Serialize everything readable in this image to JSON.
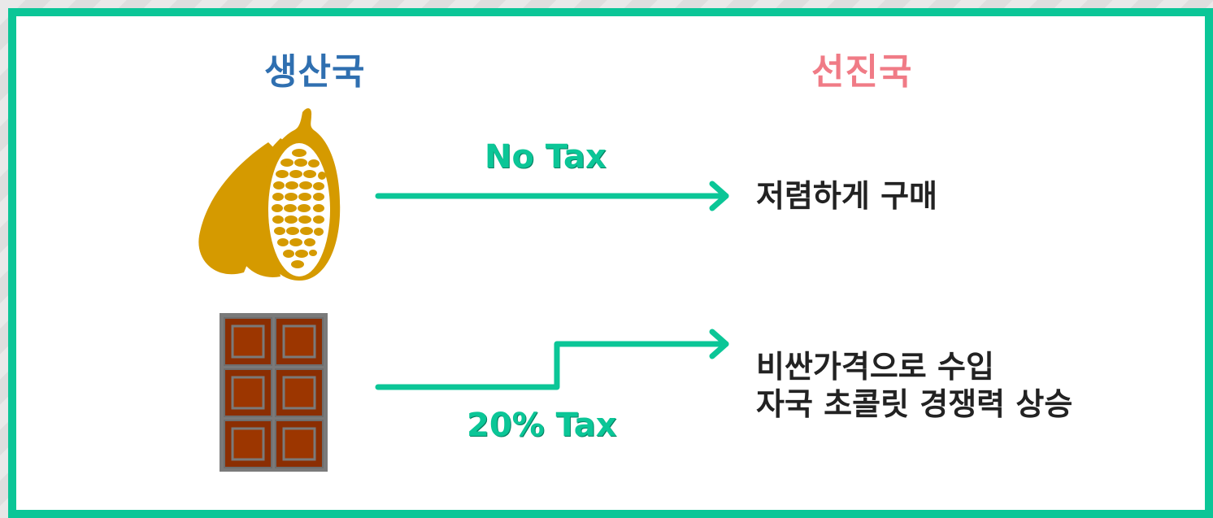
{
  "headers": {
    "producer": "생산국",
    "developed": "선진국"
  },
  "flows": [
    {
      "label": "No Tax",
      "result": "저렴하게 구매"
    },
    {
      "label": "20% Tax",
      "result_line1": "비싼가격으로 수입",
      "result_line2": "자국 초콜릿 경쟁력 상승"
    }
  ],
  "items": [
    {
      "icon": "cacao-pod-icon"
    },
    {
      "icon": "chocolate-bar-icon"
    }
  ],
  "colors": {
    "frame": "#0bc697",
    "producer": "#2f6fb0",
    "developed": "#f07b86",
    "arrow": "#0bc697",
    "cacao": "#d59a00",
    "chocolate": "#8b2e02"
  }
}
